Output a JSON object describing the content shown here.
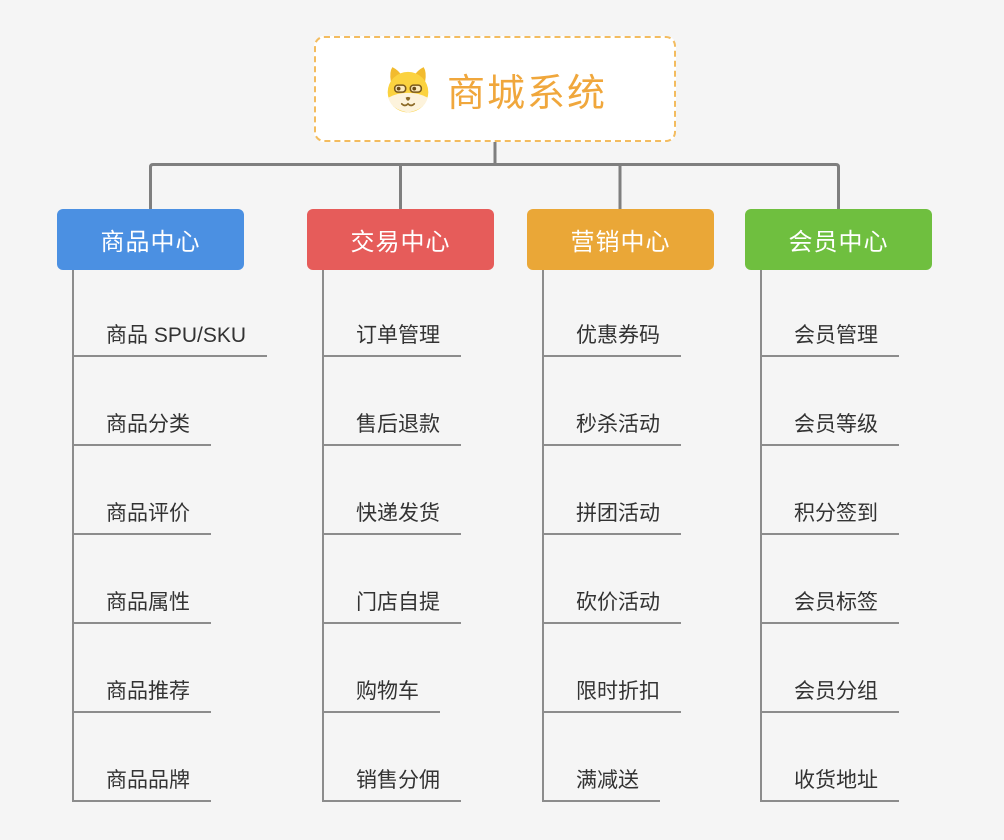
{
  "diagram": {
    "type": "mindmap-org-chart",
    "root": {
      "label": "商城系统",
      "icon": "dog-face-icon"
    },
    "categories": [
      {
        "label": "商品中心",
        "color": "#4B90E2",
        "items": [
          "商品 SPU/SKU",
          "商品分类",
          "商品评价",
          "商品属性",
          "商品推荐",
          "商品品牌"
        ]
      },
      {
        "label": "交易中心",
        "color": "#E65C5A",
        "items": [
          "订单管理",
          "售后退款",
          "快递发货",
          "门店自提",
          "购物车",
          "销售分佣"
        ]
      },
      {
        "label": "营销中心",
        "color": "#EAA737",
        "items": [
          "优惠券码",
          "秒杀活动",
          "拼团活动",
          "砍价活动",
          "限时折扣",
          "满减送"
        ]
      },
      {
        "label": "会员中心",
        "color": "#6FBF3F",
        "items": [
          "会员管理",
          "会员等级",
          "积分签到",
          "会员标签",
          "会员分组",
          "收货地址"
        ]
      }
    ],
    "colors": {
      "root_accent": "#F0A73C",
      "root_border": "#F3BC5F",
      "connector": "#7F7F7F",
      "leaf_line": "#8C8C8C",
      "leaf_text": "#333333",
      "category_text": "#FFFFFF",
      "background": "#F5F5F5"
    }
  }
}
